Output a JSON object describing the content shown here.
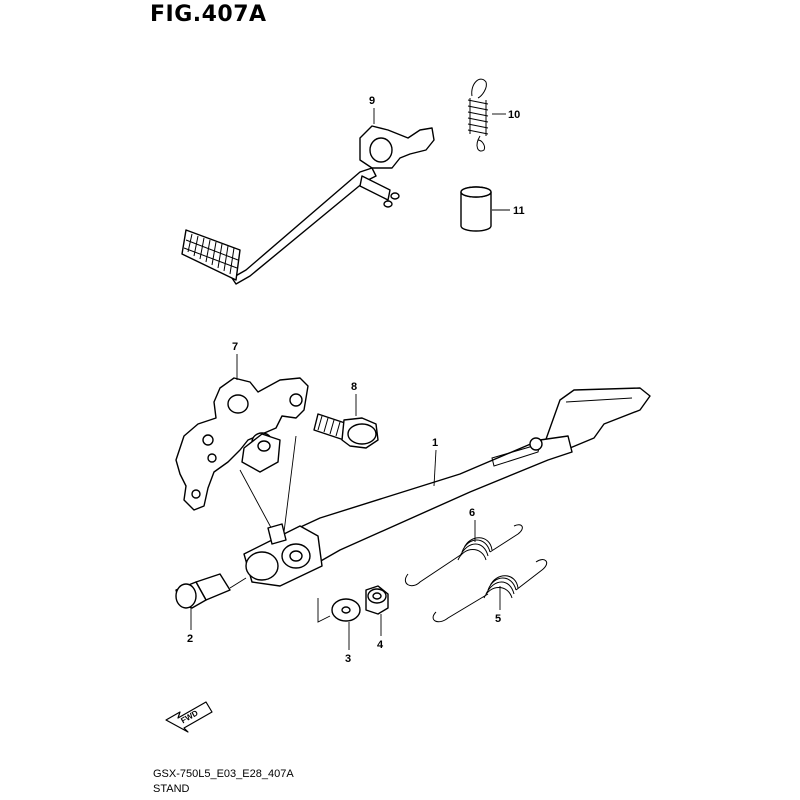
{
  "figure": {
    "title": "FIG.407A",
    "code": "GSX-750L5_E03_E28_407A",
    "name": "STAND"
  },
  "fwd_label": "FWD",
  "callouts": [
    {
      "id": "1",
      "label": "1"
    },
    {
      "id": "2",
      "label": "2"
    },
    {
      "id": "3",
      "label": "3"
    },
    {
      "id": "4",
      "label": "4"
    },
    {
      "id": "5",
      "label": "5"
    },
    {
      "id": "6",
      "label": "6"
    },
    {
      "id": "7",
      "label": "7"
    },
    {
      "id": "8",
      "label": "8"
    },
    {
      "id": "9",
      "label": "9"
    },
    {
      "id": "10",
      "label": "10"
    },
    {
      "id": "11",
      "label": "11"
    }
  ]
}
